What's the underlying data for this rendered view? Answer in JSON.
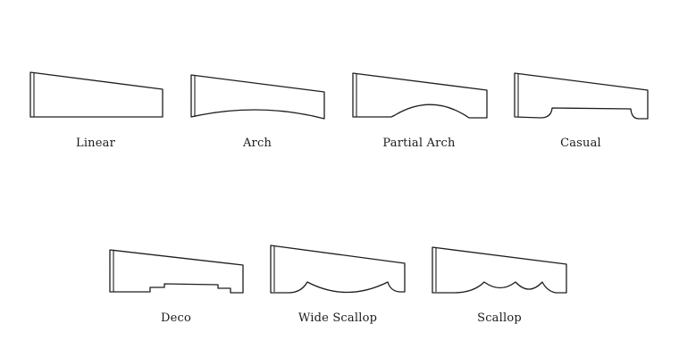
{
  "styles": [
    {
      "id": "linear",
      "label": "Linear",
      "shape": "linear-icon"
    },
    {
      "id": "arch",
      "label": "Arch",
      "shape": "arch-icon"
    },
    {
      "id": "partial-arch",
      "label": "Partial Arch",
      "shape": "partial-arch-icon"
    },
    {
      "id": "casual",
      "label": "Casual",
      "shape": "casual-icon"
    },
    {
      "id": "deco",
      "label": "Deco",
      "shape": "deco-icon"
    },
    {
      "id": "wide-scallop",
      "label": "Wide Scallop",
      "shape": "wide-scallop-icon"
    },
    {
      "id": "scallop",
      "label": "Scallop",
      "shape": "scallop-icon"
    }
  ]
}
